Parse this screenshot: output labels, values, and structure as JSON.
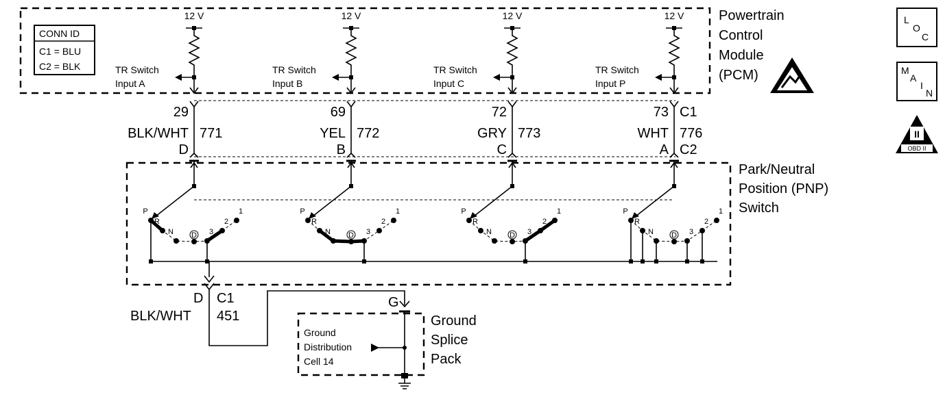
{
  "pcm": {
    "title_lines": [
      "Powertrain",
      "Control",
      "Module",
      "(PCM)"
    ],
    "supply": "12 V",
    "conn_id": {
      "title": "CONN ID",
      "c1": "C1 = BLU",
      "c2": "C2 = BLK"
    }
  },
  "circuits": [
    {
      "input_line1": "TR Switch",
      "input_line2": "Input A",
      "pcm_pin": "29",
      "color": "BLK/WHT",
      "circuit": "771",
      "switch_pin": "D"
    },
    {
      "input_line1": "TR Switch",
      "input_line2": "Input B",
      "pcm_pin": "69",
      "color": "YEL",
      "circuit": "772",
      "switch_pin": "B"
    },
    {
      "input_line1": "TR Switch",
      "input_line2": "Input C",
      "pcm_pin": "72",
      "color": "GRY",
      "circuit": "773",
      "switch_pin": "C"
    },
    {
      "input_line1": "TR Switch",
      "input_line2": "Input P",
      "pcm_pin": "73",
      "color": "WHT",
      "circuit": "776",
      "switch_pin": "A"
    }
  ],
  "connectors": {
    "upper": "C1",
    "lower": "C2"
  },
  "pnp": {
    "title_lines": [
      "Park/Neutral",
      "Position (PNP)",
      "Switch"
    ],
    "positions": [
      "P",
      "R",
      "N",
      "D",
      "3",
      "2",
      "1"
    ]
  },
  "ground": {
    "pin": "D",
    "connector": "C1",
    "color": "BLK/WHT",
    "circuit": "451",
    "splice_pin": "G",
    "splice_title_lines": [
      "Ground",
      "Splice",
      "Pack"
    ],
    "cell_lines": [
      "Ground",
      "Distribution",
      "Cell 14"
    ]
  },
  "icons": {
    "loc": {
      "big": "L",
      "mid": "O",
      "small": "C"
    },
    "main": {
      "a": "M",
      "b": "A",
      "c": "I",
      "d": "N"
    },
    "obd": {
      "numeral": "II",
      "label": "OBD II"
    }
  }
}
